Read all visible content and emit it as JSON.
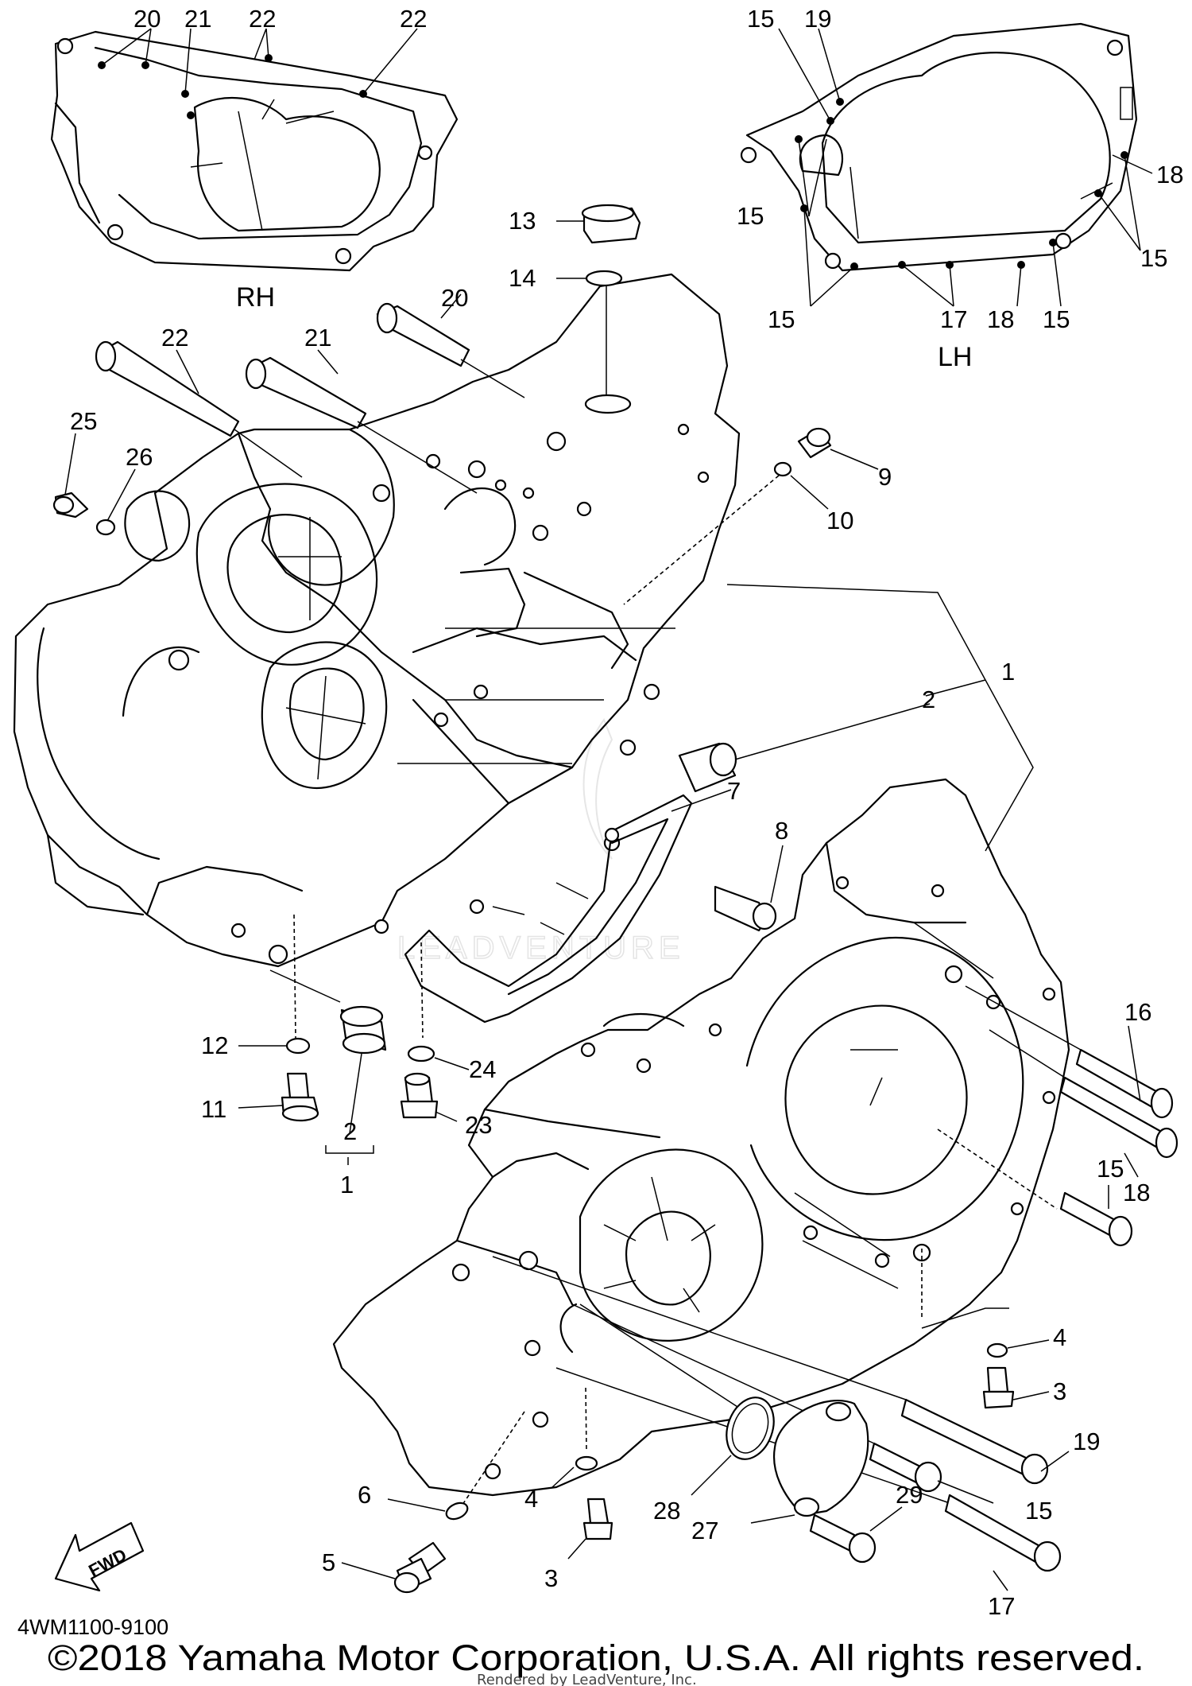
{
  "diagram": {
    "views": {
      "rh_label": "RH",
      "lh_label": "LH"
    },
    "callouts": {
      "c1": "1",
      "c2": "2",
      "c3": "3",
      "c4": "4",
      "c5": "5",
      "c6": "6",
      "c7": "7",
      "c8": "8",
      "c9": "9",
      "c10": "10",
      "c11": "11",
      "c12": "12",
      "c13": "13",
      "c14": "14",
      "c15": "15",
      "c16": "16",
      "c17": "17",
      "c18": "18",
      "c19": "19",
      "c20": "20",
      "c21": "21",
      "c22": "22",
      "c23": "23",
      "c24": "24",
      "c25": "25",
      "c26": "26",
      "c27": "27",
      "c28": "28",
      "c29": "29"
    },
    "fwd_label": "FWD",
    "part_code": "4WM1100-9100",
    "copyright": "©2018 Yamaha Motor Corporation, U.S.A. All rights reserved.",
    "rendered_by": "Rendered by LeadVenture, Inc.",
    "watermark": "LEADVENTURE"
  }
}
